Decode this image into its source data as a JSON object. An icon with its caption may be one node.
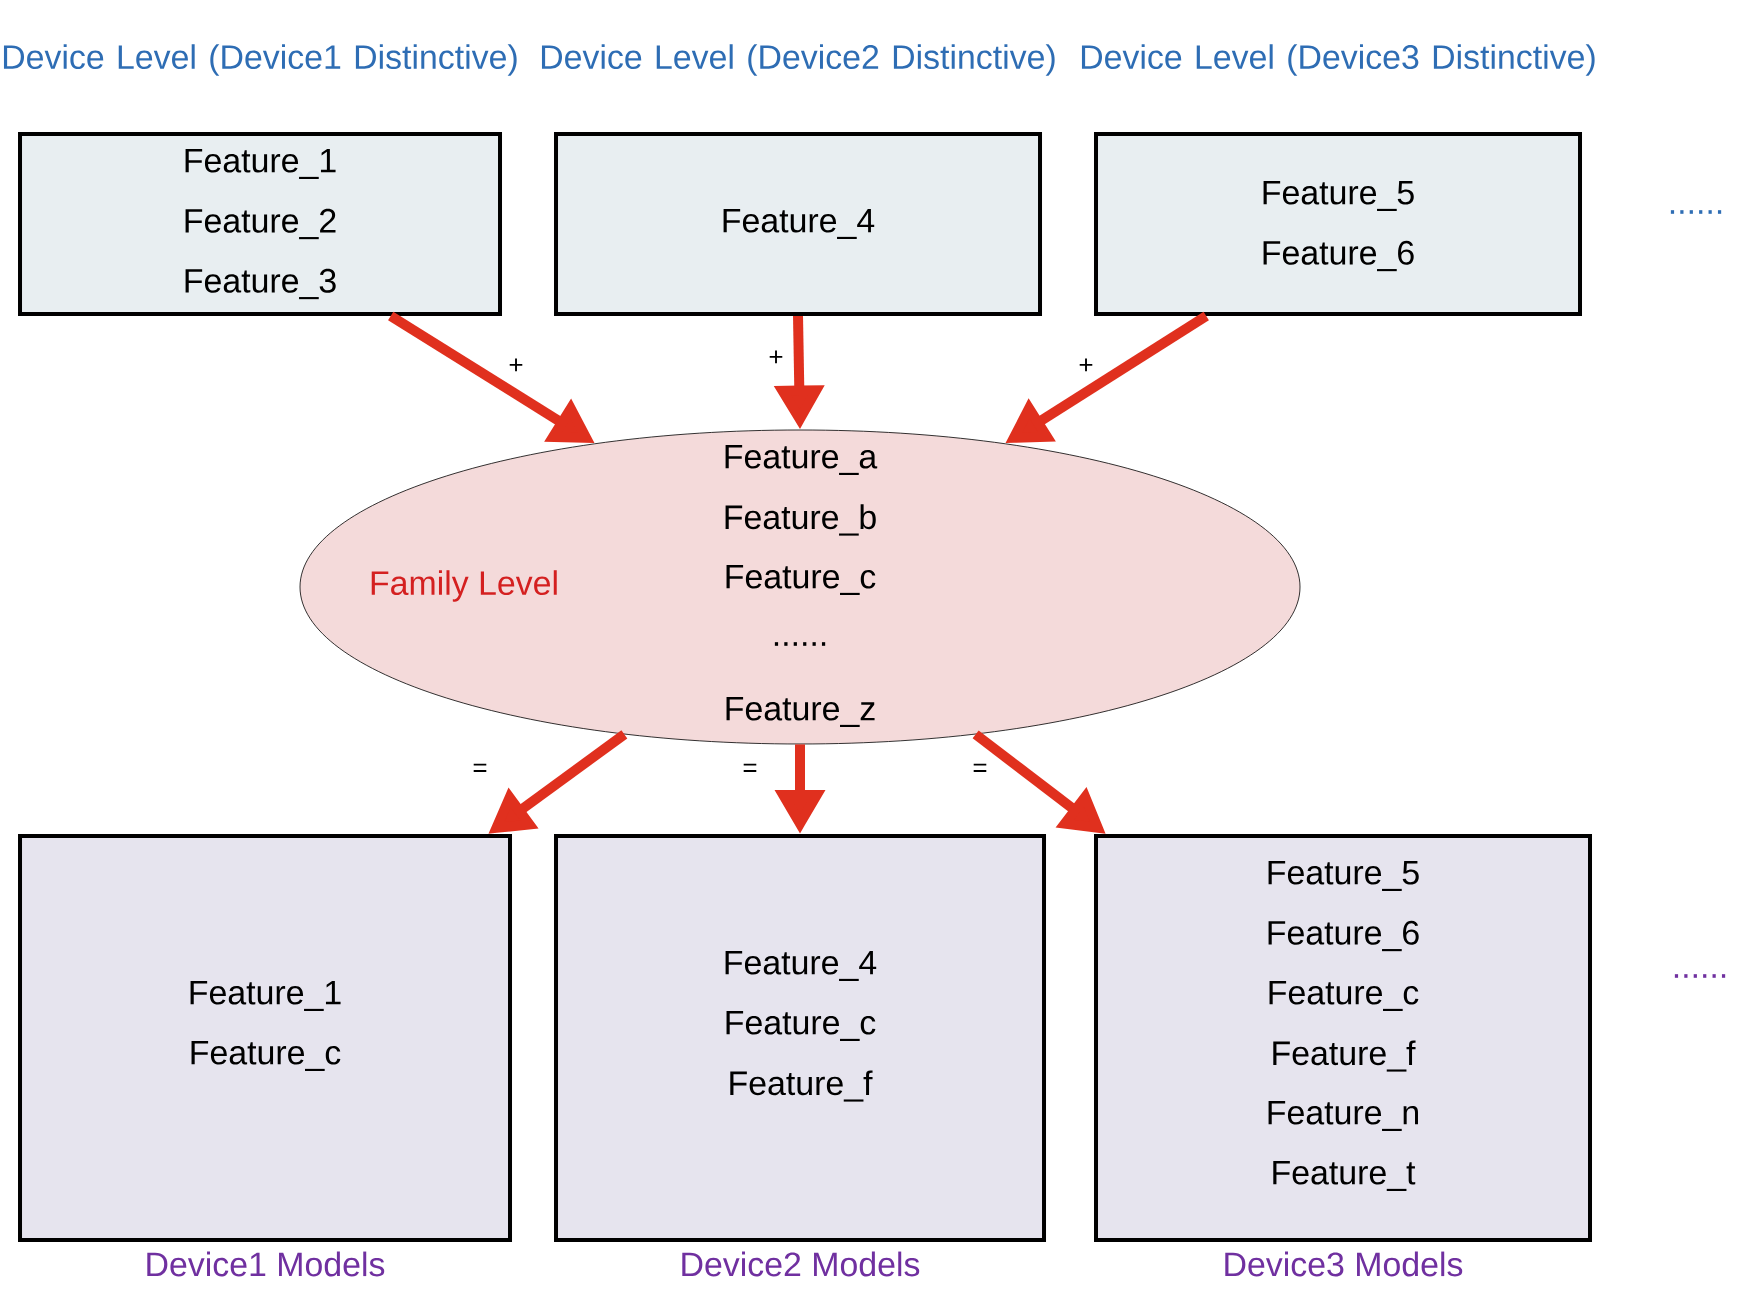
{
  "diagram": {
    "nodes": [
      {
        "text": [
          "Device Level (Device1 Distinctive)",
          "Feature_1",
          "Feature_2",
          "Feature_3"
        ]
      },
      {
        "text": [
          "Device Level (Device2 Distinctive)",
          "Feature_4"
        ]
      },
      {
        "text": [
          "Device Level (Device3 Distinctive)",
          "Feature_5",
          "Feature_6"
        ]
      },
      {
        "text": [
          "Family Level",
          "Feature_a",
          "Feature_b",
          "Feature_c",
          "......",
          "Feature_z"
        ]
      },
      {
        "text": [
          "Feature_1",
          "Feature_c"
        ],
        "beside": [
          "Device1 Models"
        ]
      },
      {
        "text": [
          "Feature_4",
          "Feature_c",
          "Feature_f"
        ],
        "beside": [
          "Device2 Models"
        ]
      },
      {
        "text": [
          "Feature_5",
          "Feature_6",
          "Feature_c",
          "Feature_f",
          "Feature_n",
          "Feature_t"
        ],
        "beside": [
          "Device3 Models"
        ]
      }
    ],
    "edges": [
      {
        "from": 0,
        "to": 3,
        "arrow": "to",
        "label": "+"
      },
      {
        "from": 1,
        "to": 3,
        "arrow": "to",
        "label": "+"
      },
      {
        "from": 2,
        "to": 3,
        "arrow": "to",
        "label": "+"
      },
      {
        "from": 3,
        "to": 4,
        "arrow": "to",
        "label": "="
      },
      {
        "from": 3,
        "to": 5,
        "arrow": "to",
        "label": "="
      },
      {
        "from": 3,
        "to": 6,
        "arrow": "to",
        "label": "="
      }
    ],
    "labels": [
      "......",
      "......"
    ]
  }
}
